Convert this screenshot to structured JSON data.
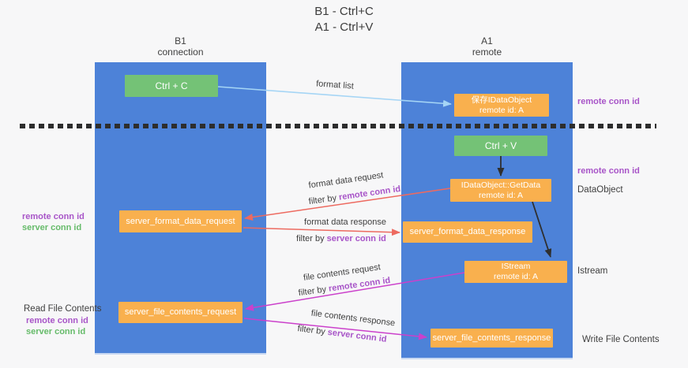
{
  "title": {
    "line1": "B1 - Ctrl+C",
    "line2": "A1 - Ctrl+V"
  },
  "columns": {
    "left": {
      "name": "B1",
      "role": "connection"
    },
    "right": {
      "name": "A1",
      "role": "remote"
    }
  },
  "boxes": {
    "ctrl_c": {
      "label": "Ctrl + C"
    },
    "ctrl_v": {
      "label": "Ctrl + V"
    },
    "save_dataobject": {
      "line1": "保存IDataObject",
      "line2": "remote id: A"
    },
    "getdata": {
      "line1": "IDataObject::GetData",
      "line2": "remote id: A"
    },
    "istream": {
      "line1": "IStream",
      "line2": "remote id: A"
    },
    "server_format_data_request": {
      "label": "server_format_data_request"
    },
    "server_format_data_response": {
      "label": "server_format_data_response"
    },
    "server_file_contents_request": {
      "label": "server_file_contents_request"
    },
    "server_file_contents_response": {
      "label": "server_file_contents_response"
    }
  },
  "arrow_labels": {
    "format_list": "format list",
    "format_data_request": {
      "line1": "format data request",
      "filter_prefix": "filter by ",
      "filter_key": "remote conn id"
    },
    "format_data_response": {
      "line1": "format data response",
      "filter_prefix": "filter by ",
      "filter_key": "server conn id"
    },
    "file_contents_request": {
      "line1": "file contents request",
      "filter_prefix": "filter by ",
      "filter_key": "remote conn id"
    },
    "file_contents_response": {
      "line1": "file contents response",
      "filter_prefix": "filter by ",
      "filter_key": "server conn id"
    }
  },
  "side_labels": {
    "right_remote_conn_id_top": "remote conn id",
    "right_remote_conn_id_mid": "remote conn id",
    "right_dataobject": "DataObject",
    "right_istream": "Istream",
    "right_write_file_contents": "Write File Contents",
    "left_remote_conn_id_top": "remote conn id",
    "left_server_conn_id_top": "server conn id",
    "left_read_file_contents": "Read File Contents",
    "left_remote_conn_id_bottom": "remote conn id",
    "left_server_conn_id_bottom": "server conn id"
  },
  "colors": {
    "column_blue": "#4d82d8",
    "box_green": "#74c276",
    "box_orange": "#f9b04e",
    "arrow_lightblue": "#a5d5f5",
    "arrow_red": "#ed6a60",
    "arrow_magenta": "#cb40cb",
    "arrow_black": "#2f2f2f",
    "text_purple": "#a855c8",
    "text_green": "#66bb6a",
    "text_dark": "#3f3f3f",
    "bg": "#f7f7f8"
  }
}
